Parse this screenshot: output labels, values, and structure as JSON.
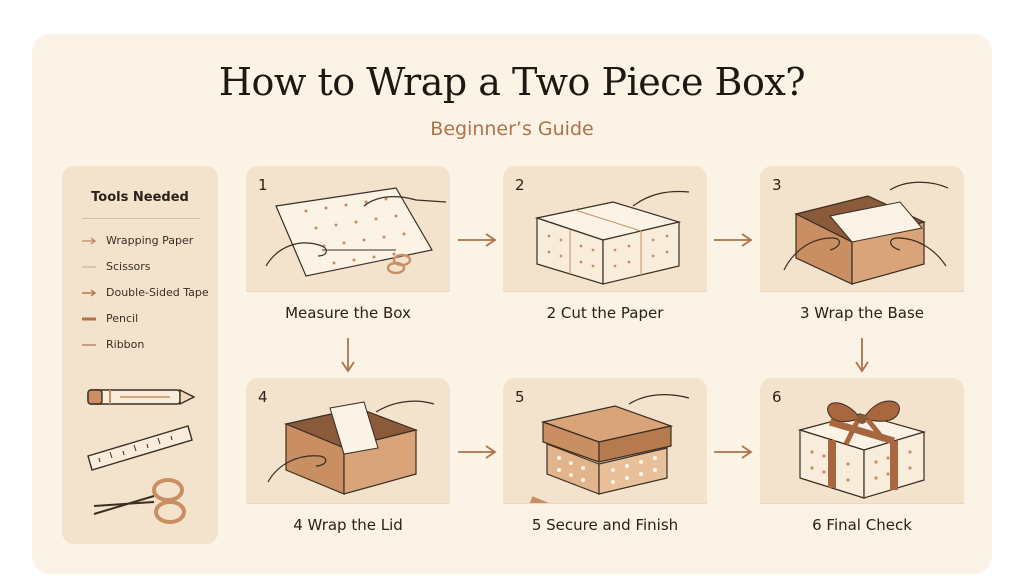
{
  "header": {
    "title": "How to Wrap a Two Piece Box?",
    "subtitle": "Beginner’s Guide"
  },
  "tools": {
    "title": "Tools Needed",
    "items": [
      {
        "label": "Wrapping Paper",
        "icon": "arrow-dash-icon"
      },
      {
        "label": "Scissors",
        "icon": "thin-line-icon"
      },
      {
        "label": "Double-Sided Tape",
        "icon": "arrow-icon"
      },
      {
        "label": "Pencil",
        "icon": "thick-line-icon"
      },
      {
        "label": "Ribbon",
        "icon": "line-icon"
      }
    ]
  },
  "steps": [
    {
      "number": "1",
      "label": "Measure the Box"
    },
    {
      "number": "2",
      "label": "2 Cut the Paper"
    },
    {
      "number": "3",
      "label": "3 Wrap the Base"
    },
    {
      "number": "4",
      "label": "4 Wrap the Lid"
    },
    {
      "number": "5",
      "label": "5 Secure and Finish"
    },
    {
      "number": "6",
      "label": "6 Final Check"
    }
  ],
  "colors": {
    "accent": "#b07248",
    "panel": "#f3e3cd",
    "background": "#fbf3e6",
    "box": "#c98f62"
  }
}
